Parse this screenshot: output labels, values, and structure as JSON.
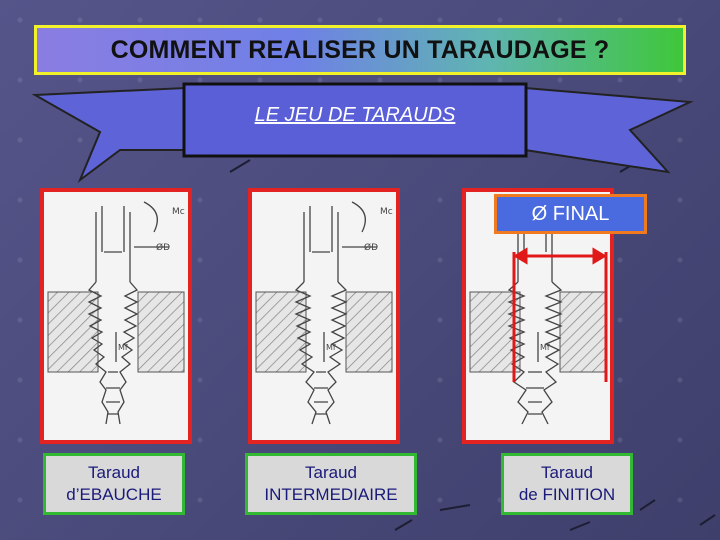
{
  "title": "COMMENT REALISER UN TARAUDAGE ?",
  "subtitle": "LE JEU DE TARAUDS",
  "final_label": "Ø FINAL",
  "taps": [
    {
      "line1": "Taraud",
      "line2_prefix": "d’",
      "line2": "EBAUCHE"
    },
    {
      "line1": "Taraud",
      "line2": "INTERMEDIAIRE"
    },
    {
      "line1": "Taraud",
      "line2": "de FINITION"
    }
  ],
  "drawing_labels": {
    "torque": "Mc",
    "diameter": "ØD",
    "force": "Mf"
  },
  "colors": {
    "frame": "#e32222",
    "label_border": "#33b833",
    "title_border": "#f1f22a",
    "final_bg": "#4a6ae0"
  }
}
